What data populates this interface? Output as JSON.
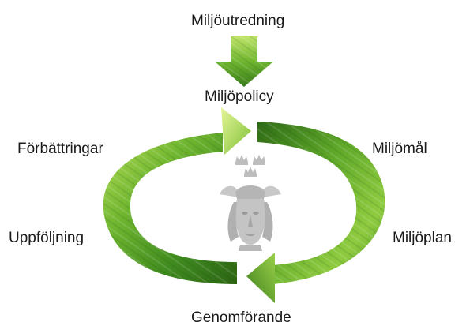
{
  "diagram": {
    "top_label": "Miljöutredning",
    "policy_label": "Miljöpolicy",
    "cycle_labels": {
      "right_upper": "Miljömål",
      "right_lower": "Miljöplan",
      "bottom": "Genomförande",
      "left_lower": "Uppföljning",
      "left_upper": "Förbättringar"
    },
    "emblem_icon": "stockholm-crest-icon",
    "colors": {
      "arrow_light": "#a6d64a",
      "arrow_mid": "#5fa829",
      "arrow_dark": "#2f6b16",
      "emblem": "#b8b8b8",
      "text": "#1a1a1a"
    }
  }
}
